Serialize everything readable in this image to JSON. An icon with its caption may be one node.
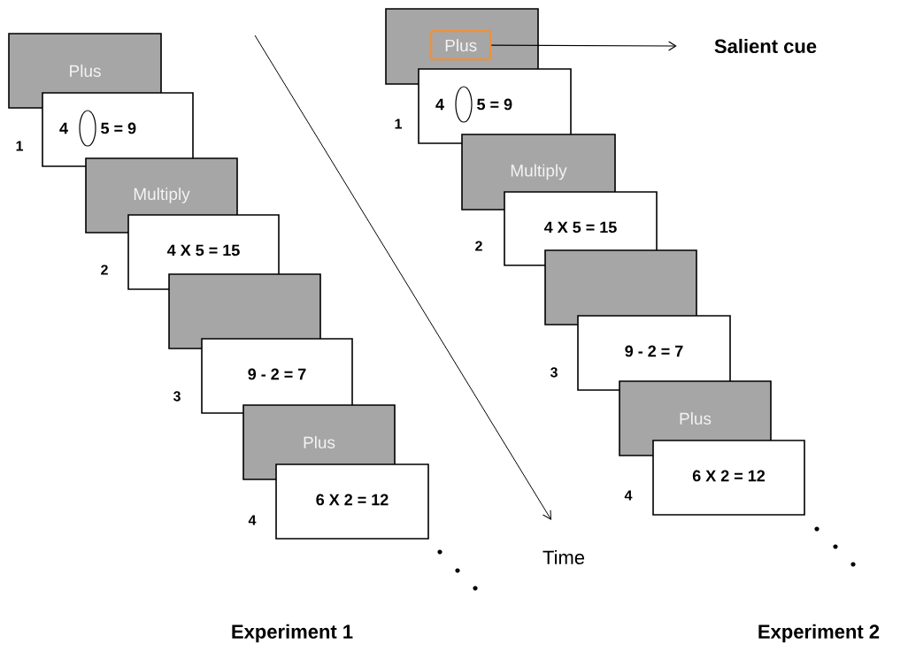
{
  "diagram": {
    "nodes": [
      {
        "text": [
          "Plus"
        ]
      },
      {
        "text": [
          "4",
          "5 = 9"
        ],
        "beside": [
          "1"
        ]
      },
      {
        "text": [
          "Multiply"
        ]
      },
      {
        "text": [
          "4 X 5 = 15"
        ],
        "beside": [
          "2"
        ]
      },
      {
        "text": [],
        "shape": "box"
      },
      {
        "text": [
          "9 - 2 = 7"
        ],
        "beside": [
          "3"
        ]
      },
      {
        "text": [
          "Plus"
        ]
      },
      {
        "text": [
          "6 X 2 = 12"
        ],
        "beside": [
          "4"
        ]
      },
      {
        "text": [],
        "shape": "box"
      },
      {
        "text": [
          "Plus"
        ],
        "in": 8
      },
      {
        "text": [
          "4",
          "5 = 9"
        ],
        "beside": [
          "1"
        ]
      },
      {
        "text": [
          "Multiply"
        ]
      },
      {
        "text": [
          "4 X 5 = 15"
        ],
        "beside": [
          "2"
        ]
      },
      {
        "text": [],
        "shape": "box"
      },
      {
        "text": [
          "9 - 2 = 7"
        ],
        "beside": [
          "3"
        ]
      },
      {
        "text": [
          "Plus"
        ]
      },
      {
        "text": [
          "6 X 2 = 12"
        ],
        "beside": [
          "4"
        ]
      },
      {
        "text": [
          "Salient cue"
        ]
      }
    ],
    "edges": [
      {
        "from": 9,
        "to": 17,
        "arrow": "to"
      }
    ],
    "labels": [
      "Time",
      "Experiment 1",
      "Experiment 2"
    ]
  }
}
